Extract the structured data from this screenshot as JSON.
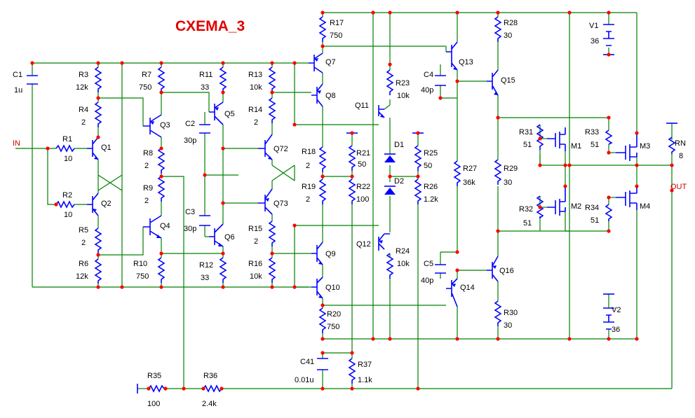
{
  "title": "CXEMA_3",
  "nets": {
    "in": "IN",
    "out": "OUT"
  },
  "resistors": [
    {
      "id": "r1",
      "name": "R1",
      "value": "10"
    },
    {
      "id": "r2",
      "name": "R2",
      "value": "10"
    },
    {
      "id": "r3",
      "name": "R3",
      "value": "12k"
    },
    {
      "id": "r4",
      "name": "R4",
      "value": "2"
    },
    {
      "id": "r5",
      "name": "R5",
      "value": "2"
    },
    {
      "id": "r6",
      "name": "R6",
      "value": "12k"
    },
    {
      "id": "r7",
      "name": "R7",
      "value": "750"
    },
    {
      "id": "r8",
      "name": "R8",
      "value": "2"
    },
    {
      "id": "r9",
      "name": "R9",
      "value": "2"
    },
    {
      "id": "r10",
      "name": "R10",
      "value": "750"
    },
    {
      "id": "r11",
      "name": "R11",
      "value": "33"
    },
    {
      "id": "r12",
      "name": "R12",
      "value": "33"
    },
    {
      "id": "r13",
      "name": "R13",
      "value": "10k"
    },
    {
      "id": "r14",
      "name": "R14",
      "value": "2"
    },
    {
      "id": "r15",
      "name": "R15",
      "value": "2"
    },
    {
      "id": "r16",
      "name": "R16",
      "value": "10k"
    },
    {
      "id": "r17",
      "name": "R17",
      "value": "750"
    },
    {
      "id": "r18",
      "name": "R18",
      "value": "2"
    },
    {
      "id": "r19",
      "name": "R19",
      "value": "2"
    },
    {
      "id": "r20",
      "name": "R20",
      "value": "750"
    },
    {
      "id": "r21",
      "name": "R21",
      "value": "50"
    },
    {
      "id": "r22",
      "name": "R22",
      "value": "100"
    },
    {
      "id": "r23",
      "name": "R23",
      "value": "10k"
    },
    {
      "id": "r24",
      "name": "R24",
      "value": "10k"
    },
    {
      "id": "r25",
      "name": "R25",
      "value": "50"
    },
    {
      "id": "r26",
      "name": "R26",
      "value": "1.2k"
    },
    {
      "id": "r27",
      "name": "R27",
      "value": "36k"
    },
    {
      "id": "r28",
      "name": "R28",
      "value": "30"
    },
    {
      "id": "r29",
      "name": "R29",
      "value": "30"
    },
    {
      "id": "r30",
      "name": "R30",
      "value": "30"
    },
    {
      "id": "r31",
      "name": "R31",
      "value": "51"
    },
    {
      "id": "r32",
      "name": "R32",
      "value": "51"
    },
    {
      "id": "r33",
      "name": "R33",
      "value": "51"
    },
    {
      "id": "r34",
      "name": "R34",
      "value": "51"
    },
    {
      "id": "r35",
      "name": "R35",
      "value": "100"
    },
    {
      "id": "r36",
      "name": "R36",
      "value": "2.4k"
    },
    {
      "id": "r37",
      "name": "R37",
      "value": "1.1k"
    },
    {
      "id": "rn",
      "name": "RN",
      "value": "8"
    }
  ],
  "capacitors": [
    {
      "id": "c1",
      "name": "C1",
      "value": "1u"
    },
    {
      "id": "c2",
      "name": "C2",
      "value": "30p"
    },
    {
      "id": "c3",
      "name": "C3",
      "value": "30p"
    },
    {
      "id": "c4",
      "name": "C4",
      "value": "40p"
    },
    {
      "id": "c5",
      "name": "C5",
      "value": "40p"
    },
    {
      "id": "c41",
      "name": "C41",
      "value": "0.01u"
    }
  ],
  "transistors": [
    {
      "id": "q1",
      "name": "Q1"
    },
    {
      "id": "q2",
      "name": "Q2"
    },
    {
      "id": "q3",
      "name": "Q3"
    },
    {
      "id": "q4",
      "name": "Q4"
    },
    {
      "id": "q5",
      "name": "Q5"
    },
    {
      "id": "q6",
      "name": "Q6"
    },
    {
      "id": "q7",
      "name": "Q7"
    },
    {
      "id": "q8",
      "name": "Q8"
    },
    {
      "id": "q9",
      "name": "Q9"
    },
    {
      "id": "q10",
      "name": "Q10"
    },
    {
      "id": "q11",
      "name": "Q11"
    },
    {
      "id": "q12",
      "name": "Q12"
    },
    {
      "id": "q13",
      "name": "Q13"
    },
    {
      "id": "q14",
      "name": "Q14"
    },
    {
      "id": "q15",
      "name": "Q15"
    },
    {
      "id": "q16",
      "name": "Q16"
    },
    {
      "id": "q72",
      "name": "Q72"
    },
    {
      "id": "q73",
      "name": "Q73"
    }
  ],
  "mosfets": [
    {
      "id": "m1",
      "name": "M1"
    },
    {
      "id": "m2",
      "name": "M2"
    },
    {
      "id": "m3",
      "name": "M3"
    },
    {
      "id": "m4",
      "name": "M4"
    }
  ],
  "diodes": [
    {
      "id": "d1",
      "name": "D1"
    },
    {
      "id": "d2",
      "name": "D2"
    }
  ],
  "sources": [
    {
      "id": "v1",
      "name": "V1",
      "value": "36"
    },
    {
      "id": "v2",
      "name": "V2",
      "value": "36"
    }
  ]
}
